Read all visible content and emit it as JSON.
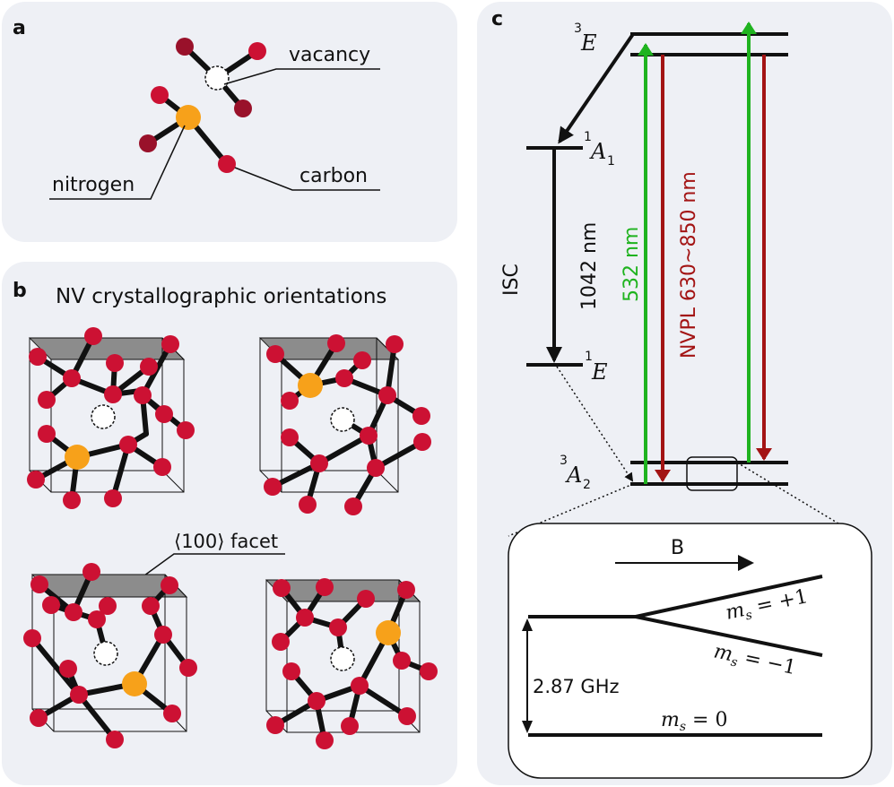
{
  "colors": {
    "panel_bg": "#eef0f5",
    "carbon": "#cc1133",
    "carbon_dark": "#99112a",
    "nitrogen": "#f7a11a",
    "green": "#1fb31f",
    "red": "#a31414",
    "facet": "#8c8c8c"
  },
  "panel_a": {
    "letter": "a",
    "vacancy_label": "vacancy",
    "nitrogen_label": "nitrogen",
    "carbon_label": "carbon"
  },
  "panel_b": {
    "letter": "b",
    "title": "NV crystallographic orientations",
    "facet_label": "⟨100⟩ facet"
  },
  "panel_c": {
    "letter": "c",
    "level_3E": {
      "sup": "3",
      "main": "E"
    },
    "level_1A1": {
      "sup": "1",
      "main": "A",
      "sub": "1"
    },
    "level_1E": {
      "sup": "1",
      "main": "E"
    },
    "level_3A2": {
      "sup": "3",
      "main": "A",
      "sub": "2"
    },
    "isc_label": "ISC",
    "ir_label": "1042 nm",
    "green_label": "532 nm",
    "red_label": "NVPL 630~850 nm",
    "inset": {
      "b_label": "B",
      "gap_label": "2.87 GHz",
      "ms_plus": {
        "sym": "m",
        "sub": "s",
        "rest": " = +1"
      },
      "ms_minus": {
        "sym": "m",
        "sub": "s",
        "rest": " = −1"
      },
      "ms_zero": {
        "sym": "m",
        "sub": "s",
        "rest": " = 0"
      }
    }
  }
}
